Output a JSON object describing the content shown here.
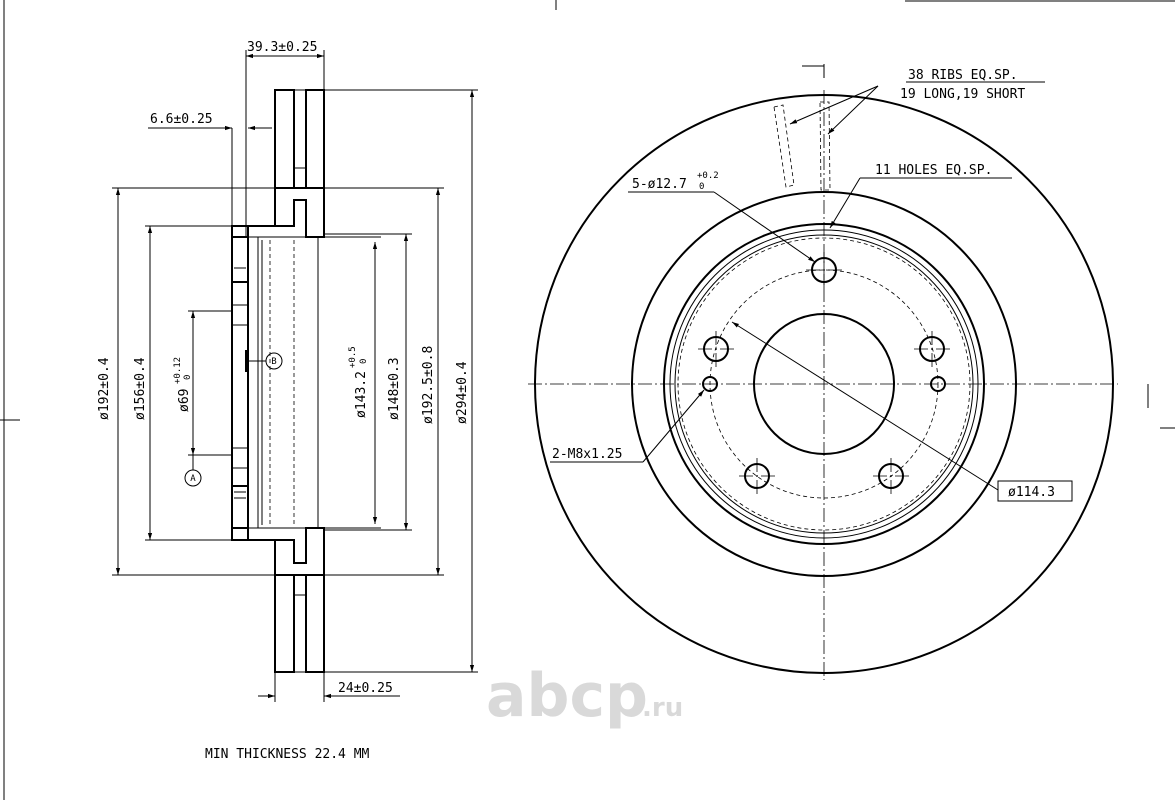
{
  "dims": {
    "flange_offset": "39.3±0.25",
    "hat_thickness": "6.6±0.25",
    "dia_192": "ø192±0.4",
    "dia_156": "ø156±0.4",
    "dia_69": "ø69",
    "dia_69_tol_upper": "+0.12",
    "dia_69_tol_lower": "0",
    "dia_143": "ø143.2",
    "dia_143_tol_upper": "+0.5",
    "dia_143_tol_lower": "0",
    "dia_148": "ø148±0.3",
    "dia_192_5": "ø192.5±0.8",
    "dia_294": "ø294±0.4",
    "disc_thickness": "24±0.25",
    "datum_a": "A",
    "datum_b": "B"
  },
  "notes": {
    "ribs_line1": "38 RIBS EQ.SP.",
    "ribs_line2": "19 LONG,19 SHORT",
    "holes_11": "11 HOLES EQ.SP.",
    "bolt_holes": "5-ø12.7",
    "bolt_holes_tol_upper": "+0.2",
    "bolt_holes_tol_lower": "0",
    "threads": "2-M8x1.25",
    "pcd": "ø114.3",
    "min_thickness": "MIN THICKNESS 22.4 MM"
  },
  "watermark": {
    "text": "abcp",
    "suffix": ".ru"
  }
}
